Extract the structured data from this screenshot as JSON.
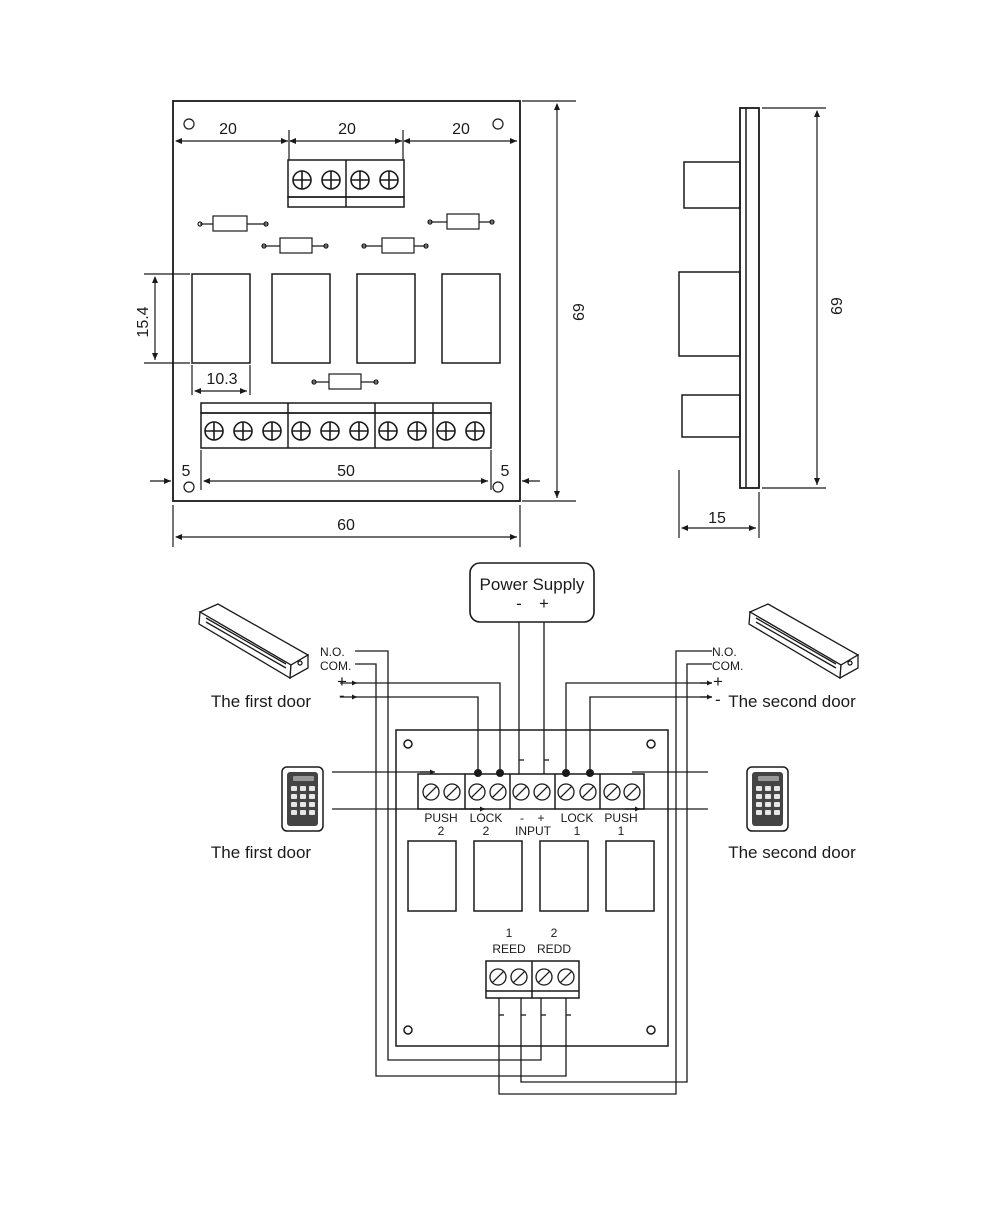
{
  "top_view": {
    "dim_top_left": "20",
    "dim_top_mid": "20",
    "dim_top_right": "20",
    "dim_relay_height": "15.4",
    "dim_relay_width": "10.3",
    "dim_left_margin": "5",
    "dim_inner_width": "50",
    "dim_right_margin": "5",
    "dim_total_width": "60",
    "dim_total_height": "69"
  },
  "side_view": {
    "dim_height": "69",
    "dim_depth": "15"
  },
  "wiring": {
    "power_supply_title": "Power Supply",
    "power_supply_minus": "-",
    "power_supply_plus": "+",
    "left_no": "N.O.",
    "left_com": "COM.",
    "left_plus": "+",
    "left_minus": "-",
    "right_no": "N.O.",
    "right_com": "COM.",
    "right_plus": "+",
    "right_minus": "-",
    "first_door_lock": "The first door",
    "second_door_lock": "The second  door",
    "first_door_keypad": "The first door",
    "second_door_keypad": "The second  door",
    "term_push2_a": "PUSH",
    "term_push2_b": "2",
    "term_lock2_a": "LOCK",
    "term_lock2_b": "2",
    "term_input_minus": "-",
    "term_input_plus": "+",
    "term_input": "INPUT",
    "term_lock1_a": "LOCK",
    "term_lock1_b": "1",
    "term_push1_a": "PUSH",
    "term_push1_b": "1",
    "reed1_num": "1",
    "reed1_label": "REED",
    "reed2_num": "2",
    "reed2_label": "REDD"
  }
}
